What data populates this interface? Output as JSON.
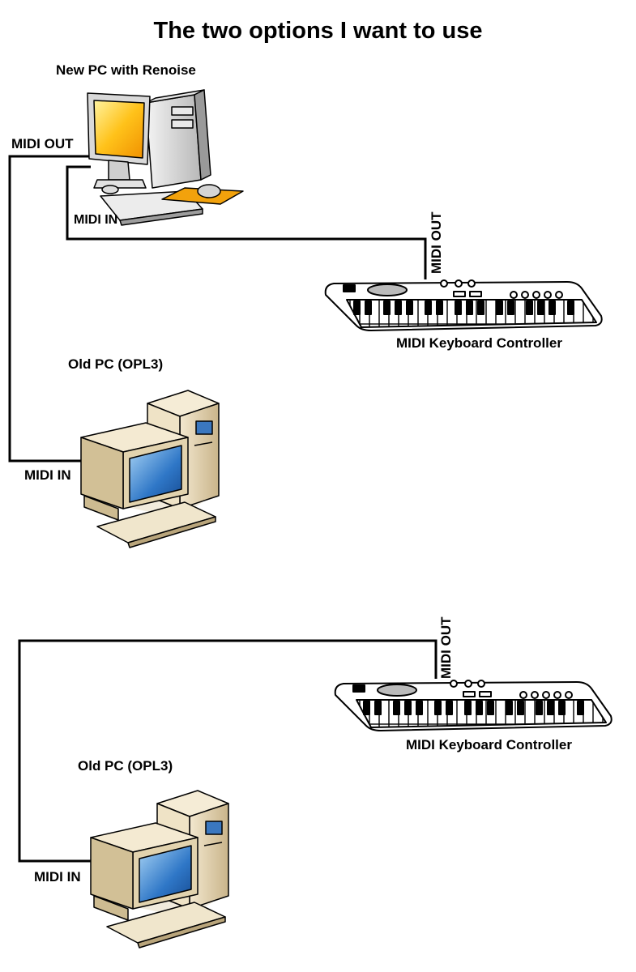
{
  "title": "The two options I want to use",
  "option1": {
    "new_pc_label": "New PC with Renoise",
    "new_pc_midi_out": "MIDI OUT",
    "new_pc_midi_in": "MIDI IN",
    "keyboard_midi_out": "MIDI OUT",
    "keyboard_label": "MIDI Keyboard Controller",
    "old_pc_label": "Old PC (OPL3)",
    "old_pc_midi_in": "MIDI IN"
  },
  "option2": {
    "keyboard_midi_out": "MIDI OUT",
    "keyboard_label": "MIDI Keyboard Controller",
    "old_pc_label": "Old PC (OPL3)",
    "old_pc_midi_in": "MIDI IN"
  }
}
